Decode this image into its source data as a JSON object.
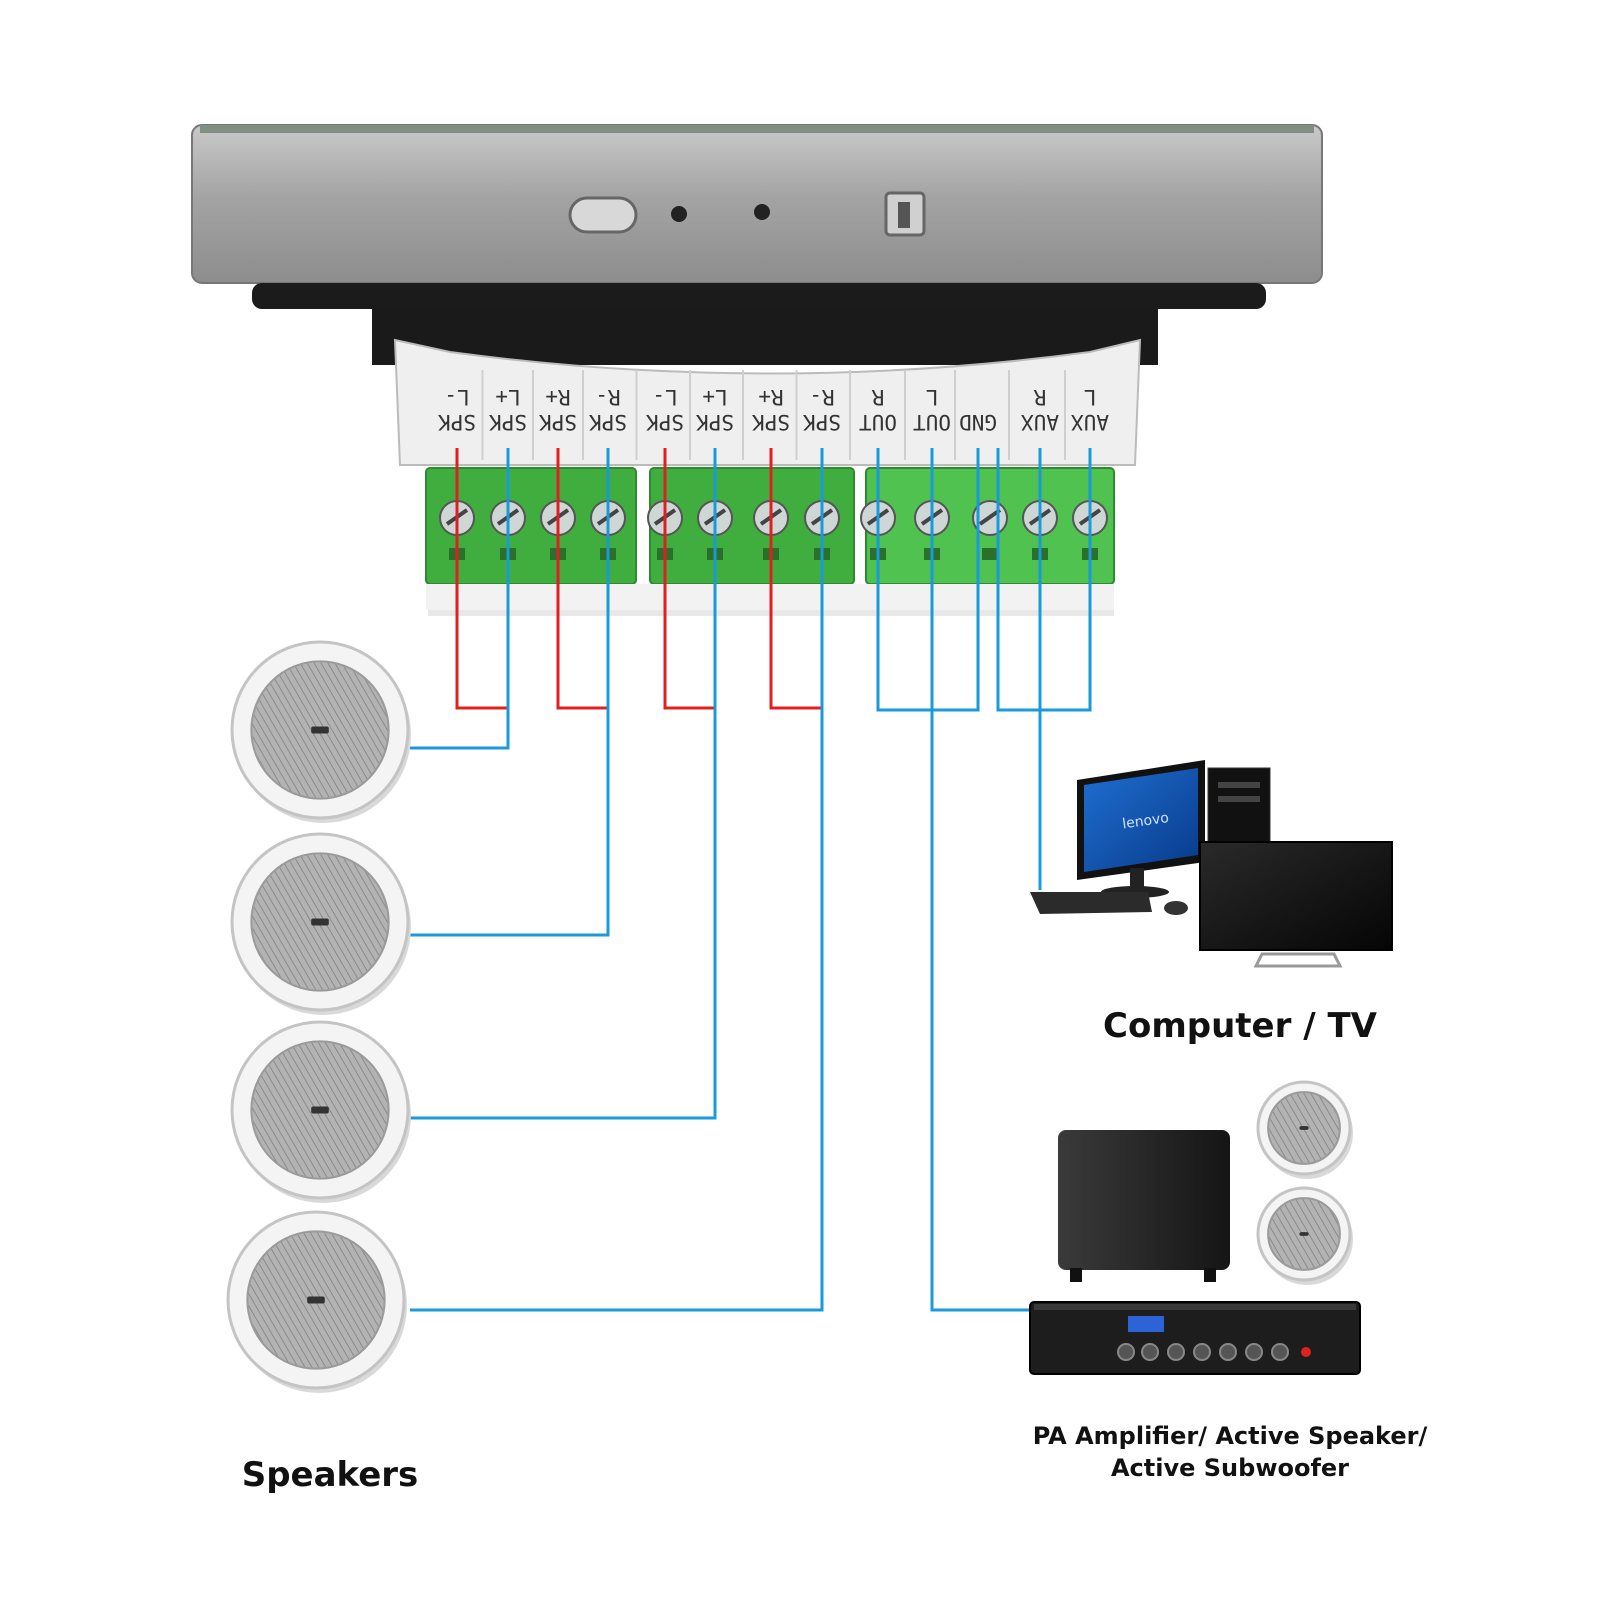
{
  "terminals": [
    {
      "line1": "SPK",
      "line2": "L-",
      "wire": "red"
    },
    {
      "line1": "SPK",
      "line2": "L+",
      "wire": "blue"
    },
    {
      "line1": "SPK",
      "line2": "R+",
      "wire": "red"
    },
    {
      "line1": "SPK",
      "line2": "R-",
      "wire": "blue"
    },
    {
      "line1": "SPK",
      "line2": "L-",
      "wire": "red"
    },
    {
      "line1": "SPK",
      "line2": "L+",
      "wire": "blue"
    },
    {
      "line1": "SPK",
      "line2": "R+",
      "wire": "red"
    },
    {
      "line1": "SPK",
      "line2": "R-",
      "wire": "blue"
    },
    {
      "line1": "OUT",
      "line2": "R",
      "wire": "blue"
    },
    {
      "line1": "OUT",
      "line2": "L",
      "wire": "blue"
    },
    {
      "line1": "GND",
      "line2": "",
      "wire": "blue"
    },
    {
      "line1": "AUX",
      "line2": "R",
      "wire": "blue"
    },
    {
      "line1": "AUX",
      "line2": "L",
      "wire": "blue"
    }
  ],
  "captions": {
    "speakers": "Speakers",
    "computer_tv": "Computer / TV",
    "pa_line1": "PA Amplifier/ Active Speaker/",
    "pa_line2": "Active Subwoofer"
  },
  "monitor_brand": "lenovo",
  "colors": {
    "wire_red": "#e02020",
    "wire_blue": "#1a9ad8",
    "terminal_green": "#3fae3f",
    "panel_gray": "#9a9a9a"
  },
  "icons": [
    "speaker-icon",
    "computer-icon",
    "tv-icon",
    "subwoofer-icon",
    "amplifier-icon"
  ]
}
